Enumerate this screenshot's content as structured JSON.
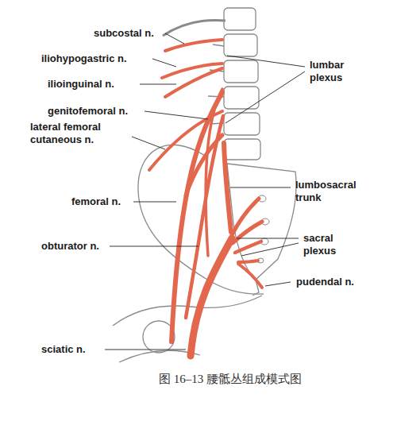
{
  "diagram": {
    "caption": "图 16–13 腰骶丛组成模式图",
    "labels": [
      "subcostal n.",
      "iliohypogastric n.",
      "ilioinguinal n.",
      "genitofemoral n.",
      "lateral femoral cutaneous n.",
      "femoral n.",
      "obturator n.",
      "sciatic n.",
      "lumbar plexus",
      "lumbosacral trunk",
      "sacral plexus",
      "pudendal n."
    ]
  }
}
